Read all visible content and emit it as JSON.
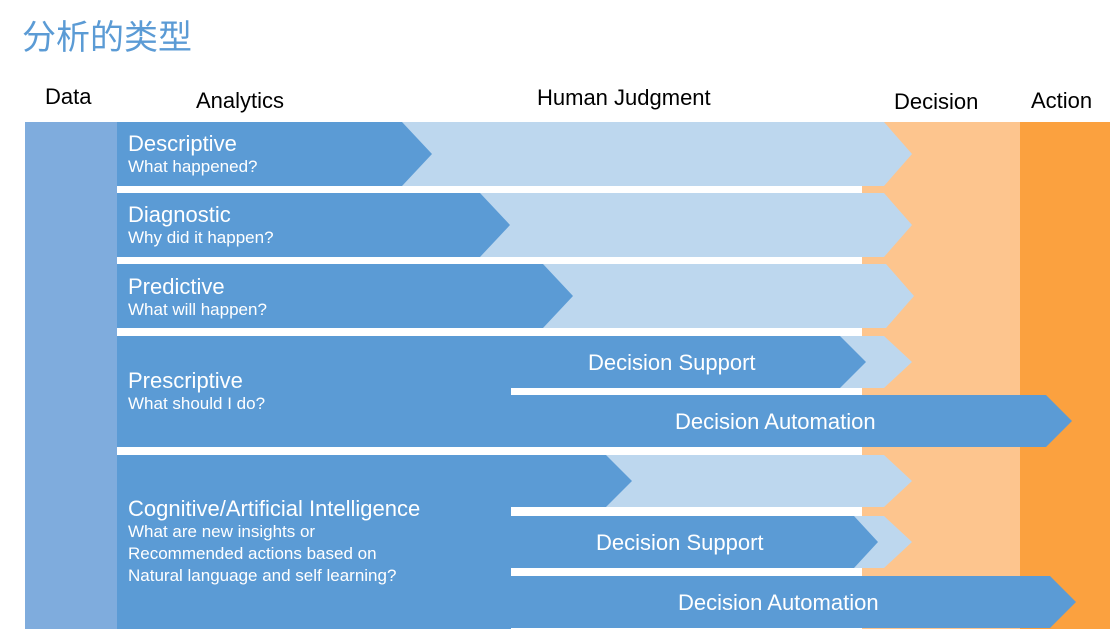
{
  "title": "分析的类型",
  "columns": {
    "data": "Data",
    "analytics": "Analytics",
    "human_judgment": "Human Judgment",
    "decision": "Decision",
    "action": "Action"
  },
  "rows": [
    {
      "title": "Descriptive",
      "question": "What happened?"
    },
    {
      "title": "Diagnostic",
      "question": "Why did it happen?"
    },
    {
      "title": "Predictive",
      "question": "What will  happen?"
    },
    {
      "title": "Prescriptive",
      "question": "What should I do?"
    },
    {
      "title": "Cognitive/Artificial Intelligence",
      "question_lines": [
        "What are new insights or",
        "Recommended actions based on",
        "Natural language and self learning?"
      ]
    }
  ],
  "bands": {
    "prescriptive_support": "Decision Support",
    "prescriptive_automation": "Decision Automation",
    "cognitive_support": "Decision Support",
    "cognitive_automation": "Decision Automation"
  },
  "colors": {
    "data_column": "#7facdd",
    "dark_blue": "#5b9bd5",
    "light_blue": "#bdd7ee",
    "decision": "#fdc58e",
    "action": "#fba13f",
    "title": "#5b9bd5"
  }
}
